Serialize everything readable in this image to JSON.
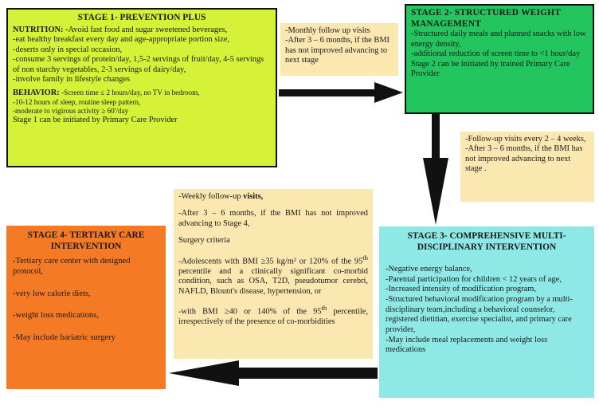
{
  "stage1": {
    "title": "STAGE 1- PREVENTION PLUS",
    "nutrition_label": "NUTRITION:",
    "nutrition_lines": [
      " -Avoid fast food and sugar sweetened beverages,",
      "-eat healthy breakfast every day and age-appropriate portion size,",
      "-deserts only in special occasion,",
      "-consume 3 servings of protein/day, 1,5-2 servings of fruit/day, 4-5 servings of non starchy vegetables, 2-3 servings of dairy/day,",
      "-involve family in lifestyle changes"
    ],
    "behavior_label": "BEHAVIOR:",
    "behavior_lines": [
      " -Screen time ≤ 2 hours/day, no TV in bedroom,",
      "-10-12 hours of sleep, routine sleep pattern,",
      "-moderate to vigirous activity ≥ 60'/day"
    ],
    "footer": "Stage 1 can be initiated by Primary Care Provider"
  },
  "stage2": {
    "title": "STAGE 2- STRUCTURED WEIGHT MANAGEMENT",
    "lines": [
      "-Structured daily meals and planned snacks with low energy density,",
      "-additional reduction of screen time to <1 hour/day",
      "Stage 2 can be initiated by trained Primary Care Provider"
    ]
  },
  "stage3": {
    "title": "STAGE 3- COMPREHENSIVE MULTI-DISCIPLINARY INTERVENTION",
    "lines": [
      "-Negative energy balance,",
      "-Parental participation for children < 12 years of age,",
      "-Increased intensity of modification program,",
      "-Structured behavioral modification program by a multi-disciplinary team,including a behavioral counselor, registered dietitian, exercise specialist, and primary care provider,",
      "-May include meal replacements and weight loss medications"
    ]
  },
  "stage4": {
    "title": "STAGE 4- TERTIARY CARE INTERVENTION",
    "lines": [
      "-Tertiary care center with designed protocol,",
      "-very low calorie diets,",
      "-weight loss medications,",
      "-May include bariatric surgery"
    ]
  },
  "transition_1_2": {
    "lines": [
      "-Monthly follow up visits",
      "-After 3 – 6 months, if the BMI has not improved advancing to next stage"
    ]
  },
  "transition_2_3": {
    "lines": [
      "-Follow-up visits every 2 – 4 weeks,",
      "-After 3 – 6 months, if the BMI has not improved advancing to next stage ."
    ]
  },
  "transition_3_4": {
    "visits_prefix": "-Weekly follow-up ",
    "visits_bold": "visits,",
    "after": "-After 3 – 6 months, if the BMI has not improved advancing to Stage 4,",
    "surgery": "Surgery criteria",
    "adolescents_1": "-Adolescents with BMI ≥35 kg/m² or 120% of the 95",
    "adolescents_sup": "th",
    "adolescents_2": " percentile and a clinically significant co-morbid condition, such as OSA, T2D, pseudotumor cerebri, NAFLD, Blount's disease, hypertension, or",
    "bmi40_1": "-with BMI ≥40 or 140% of the 95",
    "bmi40_sup": "th",
    "bmi40_2": " percentile, irrespectively of the presence of co-morbidities"
  },
  "colors": {
    "stage1": "#d6f238",
    "stage2": "#22c55e",
    "stage3": "#8ee8e6",
    "stage4": "#f47a26",
    "note": "#fbe7b0",
    "arrow": "#111111"
  }
}
